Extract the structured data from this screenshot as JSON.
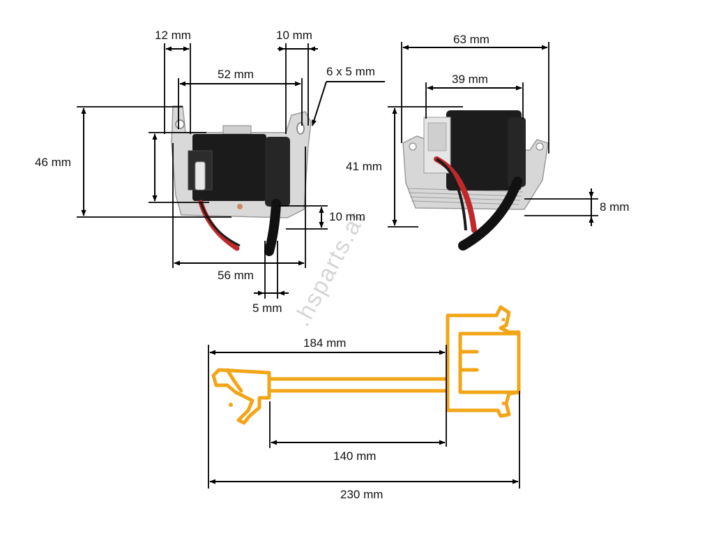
{
  "colors": {
    "dimension_line": "#000000",
    "text": "#111111",
    "schematic_outline": "#f2a516",
    "coil_body": "#1b1b1b",
    "mount_plate": "#d9d9d9",
    "wire_red": "#c0282a",
    "watermark": "#d6d6d6"
  },
  "watermark": ".hsparts.at",
  "front_view": {
    "dims": {
      "left_lug": "12 mm",
      "right_lug": "10 mm",
      "hole_spacing": "52 mm",
      "holes": "6 x 5 mm",
      "height": "46 mm",
      "bottom_offset": "10 mm",
      "width": "56 mm",
      "cable": "5 mm"
    }
  },
  "side_view": {
    "dims": {
      "width": "63 mm",
      "body_width": "39 mm",
      "height": "41 mm",
      "plate": "8 mm"
    }
  },
  "schematic": {
    "dims": {
      "cable_length": "184 mm",
      "lead_length": "140 mm",
      "total_length": "230 mm"
    }
  }
}
